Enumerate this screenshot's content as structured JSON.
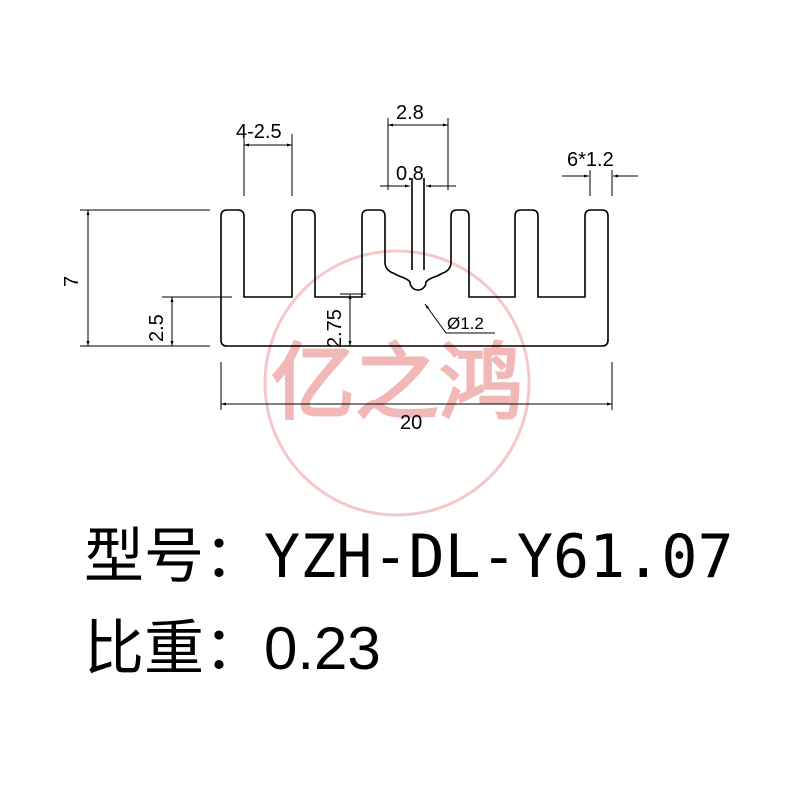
{
  "watermark": {
    "text": "亿之鸿",
    "color": "#f2b8b8"
  },
  "dimensions": {
    "fin_pitch": "4-2.5",
    "center_slot_width": "2.8",
    "center_gap": "0.8",
    "fin_thickness": "6*1.2",
    "total_height": "7",
    "base_height": "2.5",
    "center_depth": "2.75",
    "hole_diameter": "Ø1.2",
    "total_width": "20"
  },
  "info": {
    "model_label": "型号：",
    "model_value": "YZH-DL-Y61.07",
    "weight_label": "比重：",
    "weight_value": "0.23"
  }
}
